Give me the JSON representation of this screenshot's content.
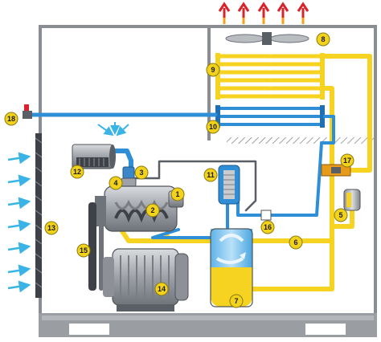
{
  "components": [
    {
      "number": "1"
    },
    {
      "number": "2"
    },
    {
      "number": "3"
    },
    {
      "number": "4"
    },
    {
      "number": "5"
    },
    {
      "number": "6"
    },
    {
      "number": "7"
    },
    {
      "number": "8"
    },
    {
      "number": "9"
    },
    {
      "number": "10"
    },
    {
      "number": "11"
    },
    {
      "number": "12"
    },
    {
      "number": "13"
    },
    {
      "number": "14"
    },
    {
      "number": "15"
    },
    {
      "number": "16"
    },
    {
      "number": "17"
    },
    {
      "number": "18"
    }
  ],
  "colors": {
    "oil_line": "#f6d321",
    "air_line": "#2f8fd6",
    "cabinet": "#8a8d92",
    "hot_air_arrow": "#d8232a",
    "intake_arrow": "#3ab4e6",
    "badge": "#f2d21a"
  }
}
